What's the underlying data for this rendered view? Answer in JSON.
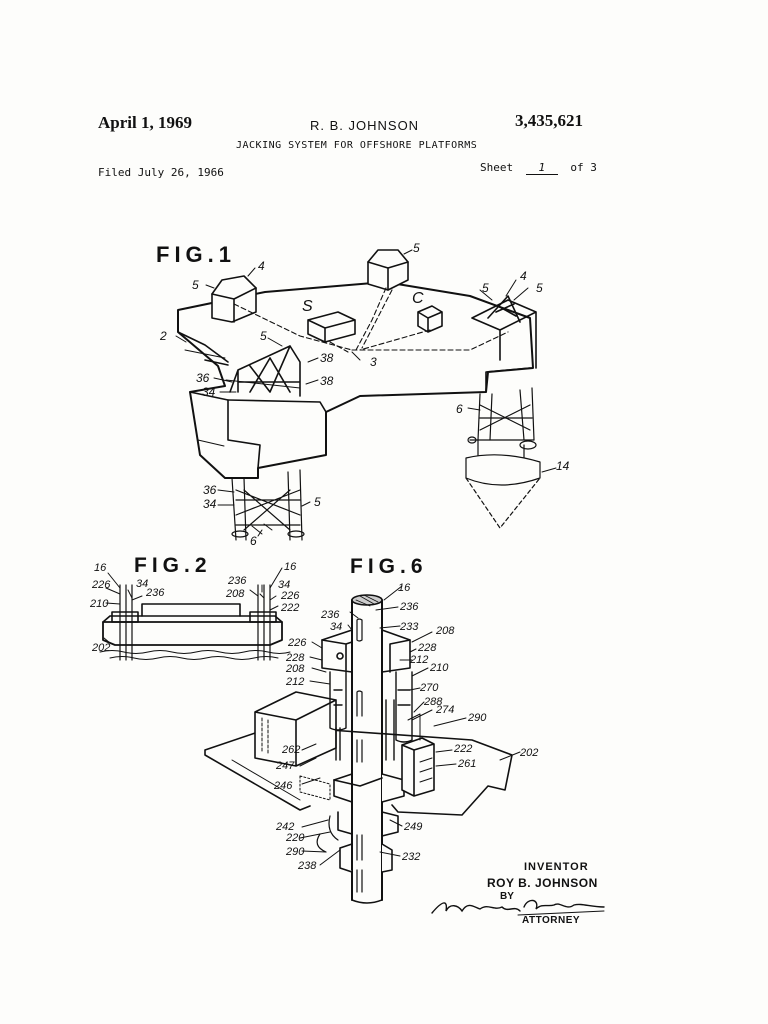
{
  "header": {
    "date": "April 1, 1969",
    "author": "R. B. JOHNSON",
    "patent_number": "3,435,621",
    "title": "JACKING SYSTEM FOR OFFSHORE PLATFORMS",
    "filed": "Filed July 26, 1966",
    "sheet_prefix": "Sheet",
    "sheet_number": "1",
    "sheet_suffix": "of 3"
  },
  "figures": {
    "fig1": {
      "label": "FIG.1",
      "refs": {
        "r2": "2",
        "r3": "3",
        "r4a": "4",
        "r4b": "4",
        "r5a": "5",
        "r5b": "5",
        "r5c": "5",
        "r5d": "5",
        "r5e": "5",
        "r5f": "5",
        "r6a": "6",
        "r6b": "6",
        "r14": "14",
        "r34a": "34",
        "r34b": "34",
        "r36a": "36",
        "r36b": "36",
        "r38a": "38",
        "r38b": "38",
        "S": "S",
        "C": "C"
      }
    },
    "fig2": {
      "label": "FIG.2",
      "refs": {
        "r16a": "16",
        "r16b": "16",
        "r226a": "226",
        "r226b": "226",
        "r34a": "34",
        "r34b": "34",
        "r236a": "236",
        "r236b": "236",
        "r210": "210",
        "r208": "208",
        "r222": "222",
        "r202": "202"
      }
    },
    "fig6": {
      "label": "FIG.6",
      "refs": {
        "r16": "16",
        "r236a": "236",
        "r236b": "236",
        "r34": "34",
        "r233": "233",
        "r208a": "208",
        "r208b": "208",
        "r226": "226",
        "r228a": "228",
        "r228b": "228",
        "r212a": "212",
        "r212b": "212",
        "r210": "210",
        "r270": "270",
        "r288": "288",
        "r274": "274",
        "r290a": "290",
        "r290b": "290",
        "r222": "222",
        "r202": "202",
        "r261": "261",
        "r262": "262",
        "r247": "247",
        "r246": "246",
        "r242": "242",
        "r220": "220",
        "r249": "249",
        "r232": "232",
        "r238": "238"
      }
    }
  },
  "inventor": {
    "label": "INVENTOR",
    "name": "ROY B. JOHNSON",
    "by": "BY",
    "attorney": "ATTORNEY"
  },
  "colors": {
    "ink": "#111111",
    "paper": "#fdfdfb"
  }
}
